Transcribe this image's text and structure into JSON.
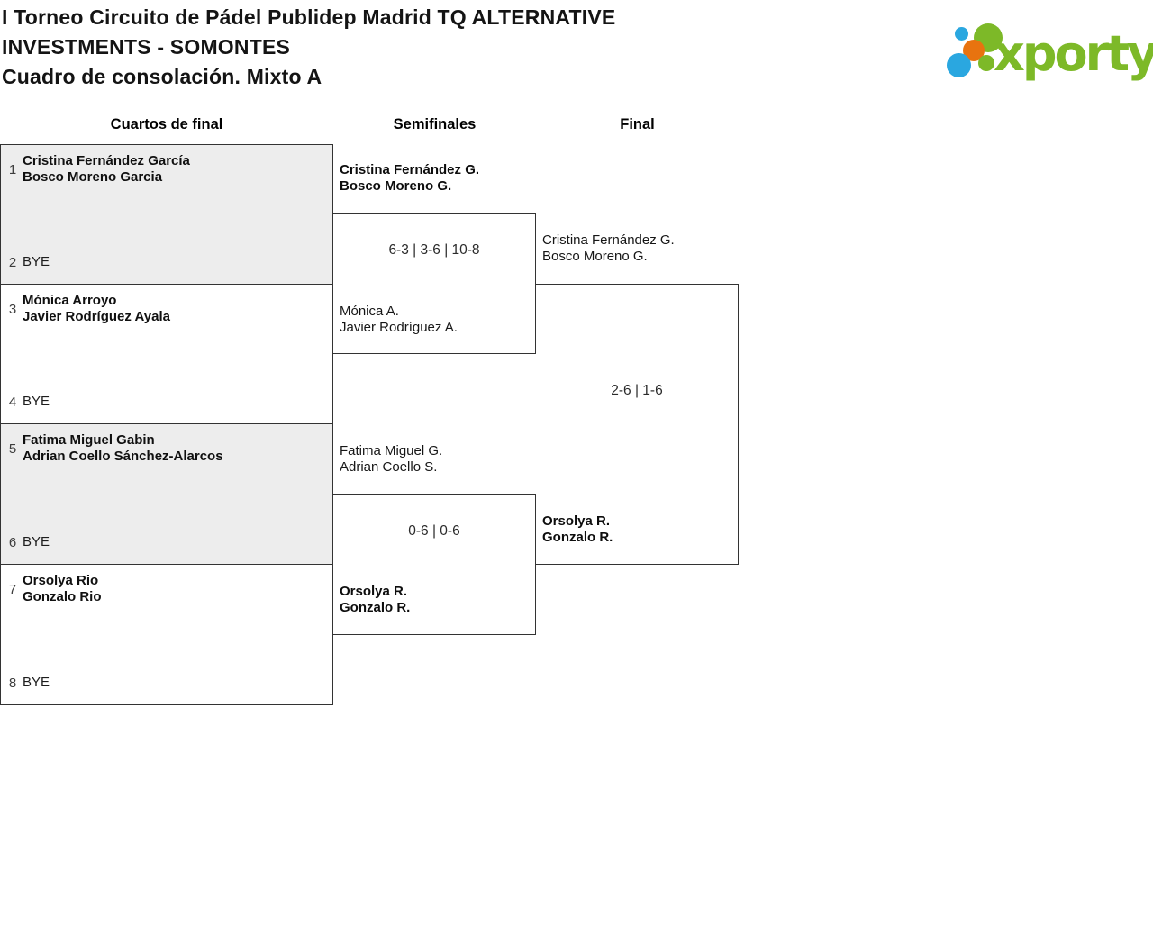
{
  "page": {
    "title": "I Torneo Circuito de Pádel Publidep Madrid TQ ALTERNATIVE INVESTMENTS - SOMONTES",
    "subtitle": "Cuadro de consolación. Mixto A"
  },
  "logo": {
    "text": "xporty",
    "colors": {
      "green": "#7db928",
      "blue": "#2aa7e0",
      "orange": "#e8730f"
    }
  },
  "colors": {
    "box_border": "#333333",
    "shaded_box_fill": "#ededed",
    "text": "#141414"
  },
  "rounds": {
    "quarterfinals": "Cuartos de final",
    "semifinals": "Semifinales",
    "final": "Final"
  },
  "bracket": {
    "quarterfinals": [
      {
        "top_seed": "1",
        "top_team": {
          "player1": "Cristina Fernández García",
          "player2": "Bosco Moreno Garcia"
        },
        "bottom_seed": "2",
        "bottom_team": "BYE"
      },
      {
        "top_seed": "3",
        "top_team": {
          "player1": "Mónica Arroyo",
          "player2": "Javier Rodríguez Ayala"
        },
        "bottom_seed": "4",
        "bottom_team": "BYE"
      },
      {
        "top_seed": "5",
        "top_team": {
          "player1": "Fatima Miguel Gabin",
          "player2": "Adrian Coello Sánchez-Alarcos"
        },
        "bottom_seed": "6",
        "bottom_team": "BYE"
      },
      {
        "top_seed": "7",
        "top_team": {
          "player1": "Orsolya Rio",
          "player2": "Gonzalo Rio"
        },
        "bottom_seed": "8",
        "bottom_team": "BYE"
      }
    ],
    "semifinals": [
      {
        "top_team": {
          "player1": "Cristina Fernández G.",
          "player2": "Bosco Moreno G."
        },
        "top_winner": true,
        "score": "6-3 | 3-6 | 10-8",
        "bottom_team": {
          "player1": "Mónica A.",
          "player2": "Javier Rodríguez A."
        },
        "bottom_winner": false
      },
      {
        "top_team": {
          "player1": "Fatima Miguel G.",
          "player2": "Adrian Coello S."
        },
        "top_winner": false,
        "score": "0-6 | 0-6",
        "bottom_team": {
          "player1": "Orsolya R.",
          "player2": "Gonzalo R."
        },
        "bottom_winner": true
      }
    ],
    "final": {
      "top_team": {
        "player1": "Cristina Fernández G.",
        "player2": "Bosco Moreno G."
      },
      "top_winner": false,
      "score": "2-6 | 1-6",
      "bottom_team": {
        "player1": "Orsolya R.",
        "player2": "Gonzalo R."
      },
      "bottom_winner": true
    }
  }
}
